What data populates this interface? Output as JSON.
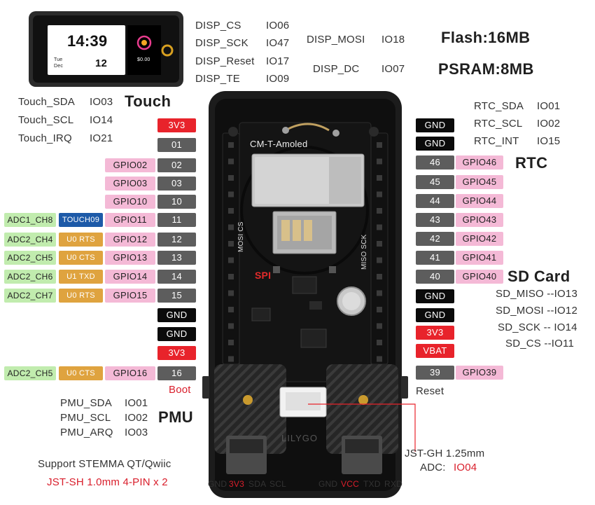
{
  "device_screen": {
    "time": "14:39",
    "day": "Tue",
    "month": "Dec",
    "date": "12",
    "amount": "$0.00"
  },
  "display_pins": [
    {
      "name": "DISP_CS",
      "io": "IO06"
    },
    {
      "name": "DISP_SCK",
      "io": "IO47"
    },
    {
      "name": "DISP_Reset",
      "io": "IO17"
    },
    {
      "name": "DISP_TE",
      "io": "IO09"
    },
    {
      "name": "DISP_MOSI",
      "io": "IO18"
    },
    {
      "name": "DISP_DC",
      "io": "IO07"
    }
  ],
  "memory": {
    "flash": "Flash:16MB",
    "psram": "PSRAM:8MB"
  },
  "touch": {
    "title": "Touch",
    "pins": [
      {
        "name": "Touch_SDA",
        "io": "IO03"
      },
      {
        "name": "Touch_SCL",
        "io": "IO14"
      },
      {
        "name": "Touch_IRQ",
        "io": "IO21"
      }
    ]
  },
  "rtc": {
    "title": "RTC",
    "pins": [
      {
        "name": "RTC_SDA",
        "io": "IO01"
      },
      {
        "name": "RTC_SCL",
        "io": "IO02"
      },
      {
        "name": "RTC_INT",
        "io": "IO15"
      }
    ]
  },
  "sd_card": {
    "title": "SD Card",
    "pins": [
      {
        "label": "SD_MISO --IO13"
      },
      {
        "label": "SD_MOSI --IO12"
      },
      {
        "label": "SD_SCK -- IO14"
      },
      {
        "label": "SD_CS --IO11"
      }
    ]
  },
  "pmu": {
    "title": "PMU",
    "pins": [
      {
        "name": "PMU_SDA",
        "io": "IO01"
      },
      {
        "name": "PMU_SCL",
        "io": "IO02"
      },
      {
        "name": "PMU_ARQ",
        "io": "IO03"
      }
    ]
  },
  "left_header": [
    {
      "pin": "3V3",
      "kind": "power"
    },
    {
      "pin": "01",
      "kind": "io"
    },
    {
      "pin": "02",
      "kind": "io",
      "gpio": "GPIO02"
    },
    {
      "pin": "03",
      "kind": "io",
      "gpio": "GPIO03"
    },
    {
      "pin": "10",
      "kind": "io",
      "gpio": "GPIO10"
    },
    {
      "pin": "11",
      "kind": "io",
      "gpio": "GPIO11",
      "func": "TOUCH09",
      "func_kind": "touch",
      "adc": "ADC1_CH8"
    },
    {
      "pin": "12",
      "kind": "io",
      "gpio": "GPIO12",
      "func": "U0 RTS",
      "func_kind": "uart",
      "adc": "ADC2_CH4"
    },
    {
      "pin": "13",
      "kind": "io",
      "gpio": "GPIO13",
      "func": "U0 CTS",
      "func_kind": "uart",
      "adc": "ADC2_CH5"
    },
    {
      "pin": "14",
      "kind": "io",
      "gpio": "GPIO14",
      "func": "U1 TXD",
      "func_kind": "uart",
      "adc": "ADC2_CH6"
    },
    {
      "pin": "15",
      "kind": "io",
      "gpio": "GPIO15",
      "func": "U0 RTS",
      "func_kind": "uart",
      "adc": "ADC2_CH7"
    },
    {
      "pin": "GND",
      "kind": "ground"
    },
    {
      "pin": "GND",
      "kind": "ground"
    },
    {
      "pin": "3V3",
      "kind": "power"
    },
    {
      "pin": "16",
      "kind": "io",
      "gpio": "GPIO16",
      "func": "U0 CTS",
      "func_kind": "uart",
      "adc": "ADC2_CH5"
    }
  ],
  "right_header": [
    {
      "pin": "GND",
      "kind": "ground"
    },
    {
      "pin": "GND",
      "kind": "ground"
    },
    {
      "pin": "46",
      "kind": "io",
      "gpio": "GPIO46"
    },
    {
      "pin": "45",
      "kind": "io",
      "gpio": "GPIO45"
    },
    {
      "pin": "44",
      "kind": "io",
      "gpio": "GPIO44"
    },
    {
      "pin": "43",
      "kind": "io",
      "gpio": "GPIO43"
    },
    {
      "pin": "42",
      "kind": "io",
      "gpio": "GPIO42"
    },
    {
      "pin": "41",
      "kind": "io",
      "gpio": "GPIO41"
    },
    {
      "pin": "40",
      "kind": "io",
      "gpio": "GPIO40"
    },
    {
      "pin": "GND",
      "kind": "ground"
    },
    {
      "pin": "GND",
      "kind": "ground"
    },
    {
      "pin": "3V3",
      "kind": "power"
    },
    {
      "pin": "VBAT",
      "kind": "power"
    },
    {
      "pin": "39",
      "kind": "io",
      "gpio": "GPIO39"
    }
  ],
  "board_silkscreen": {
    "name": "CM-T-Amoled",
    "spi": "SPI",
    "mosi_cs": "MOSI CS",
    "miso_sck": "MISO SCK",
    "brand": "LILYGO"
  },
  "buttons": {
    "boot": "Boot",
    "reset": "Reset"
  },
  "stemma": {
    "line1": "Support STEMMA QT/Qwiic",
    "line2": "JST-SH 1.0mm 4-PIN x 2"
  },
  "jst_gh": {
    "line1": "JST-GH 1.25mm",
    "adc_prefix": "ADC: ",
    "adc_io": "IO04"
  },
  "bottom_left_connector": [
    "GND",
    "3V3",
    "SDA",
    "SCL"
  ],
  "bottom_right_connector": [
    "GND",
    "VCC",
    "TXD",
    "RXD"
  ],
  "colors": {
    "power": "#e8232b",
    "io": "#5d5d5d",
    "ground": "#0b0b0b",
    "gpio": "#f4b9d6",
    "adc": "#c1ecae",
    "uart": "#dfa33f",
    "touch": "#1d5aa8",
    "highlight_text": "#d91e2b"
  }
}
